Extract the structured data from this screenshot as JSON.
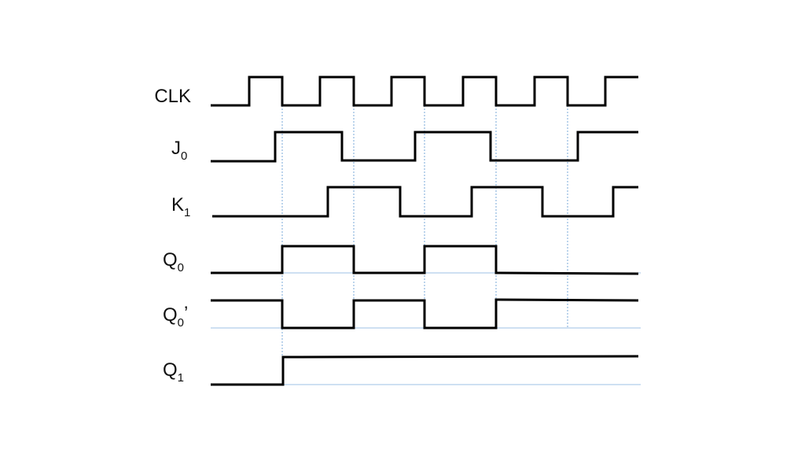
{
  "diagram": {
    "type": "timing-diagram",
    "colors": {
      "wave": "#000000",
      "guide": "#7aa8d8",
      "baseline": "#9cc0e4",
      "background": "#ffffff"
    },
    "signals": [
      {
        "id": "clk",
        "label": "CLK",
        "sub": "",
        "suffix": ""
      },
      {
        "id": "j0",
        "label": "J",
        "sub": "0",
        "suffix": ""
      },
      {
        "id": "k1",
        "label": "K",
        "sub": "1",
        "suffix": ""
      },
      {
        "id": "q0",
        "label": "Q",
        "sub": "0",
        "suffix": ""
      },
      {
        "id": "q0n",
        "label": "Q",
        "sub": "0",
        "suffix": "’"
      },
      {
        "id": "q1",
        "label": "Q",
        "sub": "1",
        "suffix": ""
      }
    ]
  }
}
